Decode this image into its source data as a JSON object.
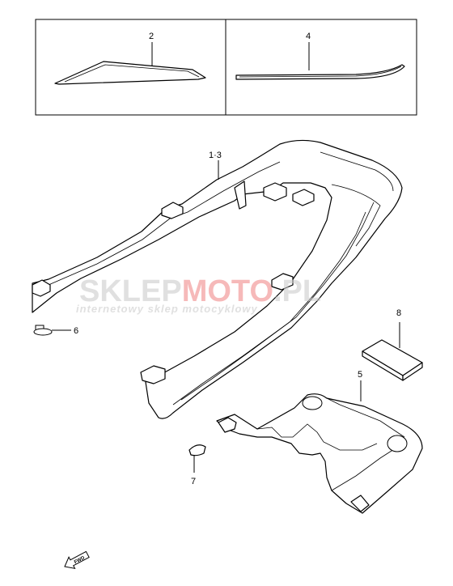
{
  "callouts": {
    "c2": "2",
    "c4": "4",
    "c13": "1·3",
    "c6": "6",
    "c7": "7",
    "c8": "8",
    "c5": "5"
  },
  "watermark": {
    "brand_gray": "SKLEP",
    "brand_red": "MOTO",
    "brand_tail": ".PL",
    "tagline": "internetowy sklep motocyklowy",
    "colors": {
      "gray": "#c8c8c8",
      "red": "#f08080"
    }
  },
  "fwd_label": "FWD"
}
